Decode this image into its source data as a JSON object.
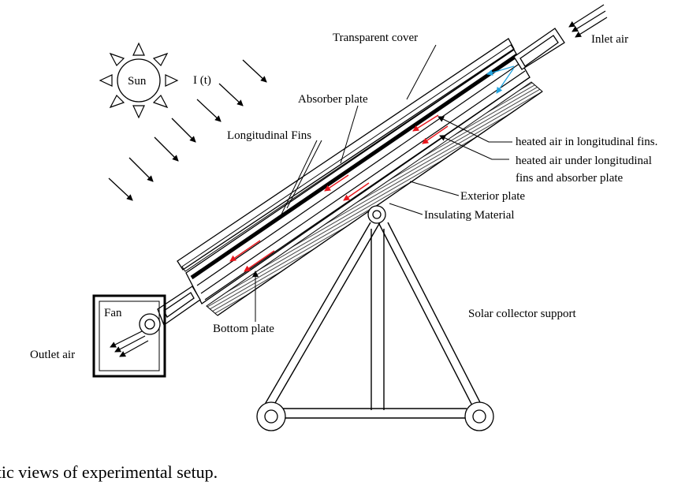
{
  "labels": {
    "sun": "Sun",
    "irradiance": "I (t)",
    "transparent_cover": "Transparent cover",
    "inlet_air": "Inlet air",
    "absorber_plate": "Absorber plate",
    "longitudinal_fins": "Longitudinal Fins",
    "heated_air_fins": "heated air in longitudinal fins.",
    "heated_air_under_line1": "heated air under longitudinal",
    "heated_air_under_line2": "fins and absorber plate",
    "exterior_plate": "Exterior plate",
    "insulating_material": "Insulating Material",
    "fan": "Fan",
    "outlet_air": "Outlet  air",
    "bottom_plate": "Bottom plate",
    "solar_collector_support": "Solar collector support"
  },
  "caption": "atic views of experimental setup.",
  "colors": {
    "line": "#000000",
    "air_flow_arrow": "#e8151b",
    "inlet_flow_arrow": "#1fa3e0",
    "insulation_hatch": "#555555"
  }
}
